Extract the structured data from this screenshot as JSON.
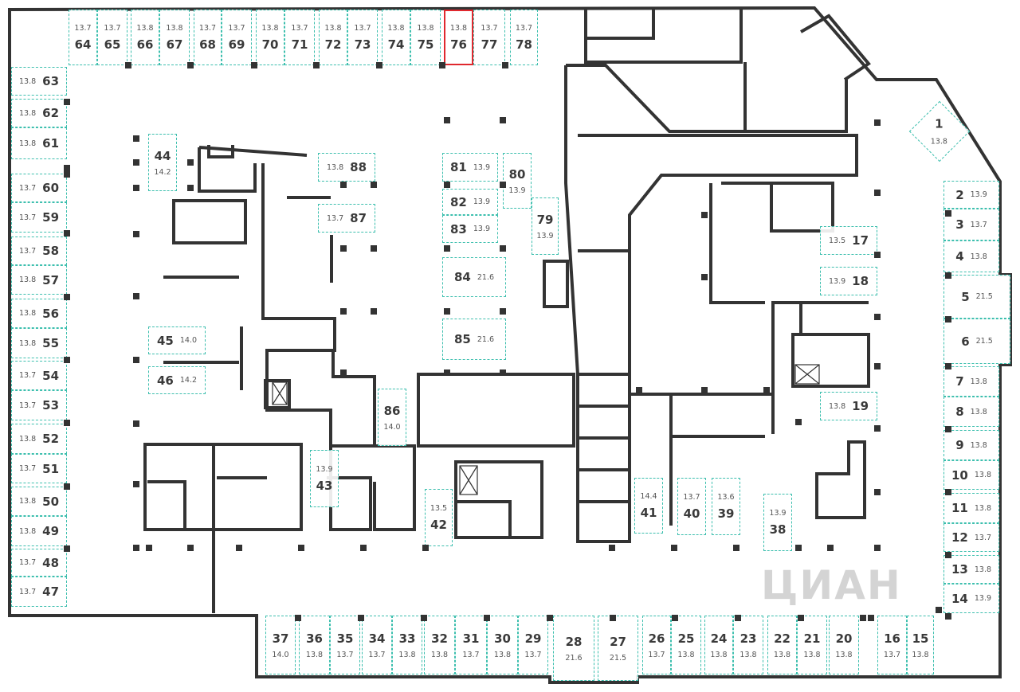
{
  "plan": {
    "selected_spot": "76",
    "accent_color": "#3dbfae",
    "selected_color": "#e0282e",
    "watermark": "ЦИАН"
  },
  "spots": [
    {
      "num": "1",
      "area": "13.8"
    },
    {
      "num": "2",
      "area": "13.9"
    },
    {
      "num": "3",
      "area": "13.7"
    },
    {
      "num": "4",
      "area": "13.8"
    },
    {
      "num": "5",
      "area": "21.5"
    },
    {
      "num": "6",
      "area": "21.5"
    },
    {
      "num": "7",
      "area": "13.8"
    },
    {
      "num": "8",
      "area": "13.8"
    },
    {
      "num": "9",
      "area": "13.8"
    },
    {
      "num": "10",
      "area": "13.8"
    },
    {
      "num": "11",
      "area": "13.8"
    },
    {
      "num": "12",
      "area": "13.7"
    },
    {
      "num": "13",
      "area": "13.8"
    },
    {
      "num": "14",
      "area": "13.9"
    },
    {
      "num": "15",
      "area": "13.8"
    },
    {
      "num": "16",
      "area": "13.7"
    },
    {
      "num": "17",
      "area": "13.5"
    },
    {
      "num": "18",
      "area": "13.9"
    },
    {
      "num": "19",
      "area": "13.8"
    },
    {
      "num": "20",
      "area": "13.8"
    },
    {
      "num": "21",
      "area": "13.8"
    },
    {
      "num": "22",
      "area": "13.8"
    },
    {
      "num": "23",
      "area": "13.8"
    },
    {
      "num": "24",
      "area": "13.8"
    },
    {
      "num": "25",
      "area": "13.8"
    },
    {
      "num": "26",
      "area": "13.7"
    },
    {
      "num": "27",
      "area": "21.5"
    },
    {
      "num": "28",
      "area": "21.6"
    },
    {
      "num": "29",
      "area": "13.7"
    },
    {
      "num": "30",
      "area": "13.8"
    },
    {
      "num": "31",
      "area": "13.7"
    },
    {
      "num": "32",
      "area": "13.8"
    },
    {
      "num": "33",
      "area": "13.8"
    },
    {
      "num": "34",
      "area": "13.7"
    },
    {
      "num": "35",
      "area": "13.7"
    },
    {
      "num": "36",
      "area": "13.8"
    },
    {
      "num": "37",
      "area": "14.0"
    },
    {
      "num": "38",
      "area": "13.9"
    },
    {
      "num": "39",
      "area": "13.6"
    },
    {
      "num": "40",
      "area": "13.7"
    },
    {
      "num": "41",
      "area": "14.4"
    },
    {
      "num": "42",
      "area": "13.5"
    },
    {
      "num": "43",
      "area": "13.9"
    },
    {
      "num": "44",
      "area": "14.2"
    },
    {
      "num": "45",
      "area": "14.0"
    },
    {
      "num": "46",
      "area": "14.2"
    },
    {
      "num": "47",
      "area": "13.7"
    },
    {
      "num": "48",
      "area": "13.7"
    },
    {
      "num": "49",
      "area": "13.8"
    },
    {
      "num": "50",
      "area": "13.8"
    },
    {
      "num": "51",
      "area": "13.7"
    },
    {
      "num": "52",
      "area": "13.8"
    },
    {
      "num": "53",
      "area": "13.7"
    },
    {
      "num": "54",
      "area": "13.7"
    },
    {
      "num": "55",
      "area": "13.8"
    },
    {
      "num": "56",
      "area": "13.8"
    },
    {
      "num": "57",
      "area": "13.8"
    },
    {
      "num": "58",
      "area": "13.7"
    },
    {
      "num": "59",
      "area": "13.7"
    },
    {
      "num": "60",
      "area": "13.7"
    },
    {
      "num": "61",
      "area": "13.8"
    },
    {
      "num": "62",
      "area": "13.8"
    },
    {
      "num": "63",
      "area": "13.8"
    },
    {
      "num": "64",
      "area": "13.7"
    },
    {
      "num": "65",
      "area": "13.7"
    },
    {
      "num": "66",
      "area": "13.8"
    },
    {
      "num": "67",
      "area": "13.8"
    },
    {
      "num": "68",
      "area": "13.7"
    },
    {
      "num": "69",
      "area": "13.7"
    },
    {
      "num": "70",
      "area": "13.8"
    },
    {
      "num": "71",
      "area": "13.7"
    },
    {
      "num": "72",
      "area": "13.8"
    },
    {
      "num": "73",
      "area": "13.7"
    },
    {
      "num": "74",
      "area": "13.8"
    },
    {
      "num": "75",
      "area": "13.8"
    },
    {
      "num": "76",
      "area": "13.8"
    },
    {
      "num": "77",
      "area": "13.7"
    },
    {
      "num": "78",
      "area": "13.7"
    },
    {
      "num": "79",
      "area": "13.9"
    },
    {
      "num": "80",
      "area": "13.9"
    },
    {
      "num": "81",
      "area": "13.9"
    },
    {
      "num": "82",
      "area": "13.9"
    },
    {
      "num": "83",
      "area": "13.9"
    },
    {
      "num": "84",
      "area": "21.6"
    },
    {
      "num": "85",
      "area": "21.6"
    },
    {
      "num": "86",
      "area": "14.0"
    },
    {
      "num": "87",
      "area": "13.7"
    },
    {
      "num": "88",
      "area": "13.8"
    }
  ]
}
